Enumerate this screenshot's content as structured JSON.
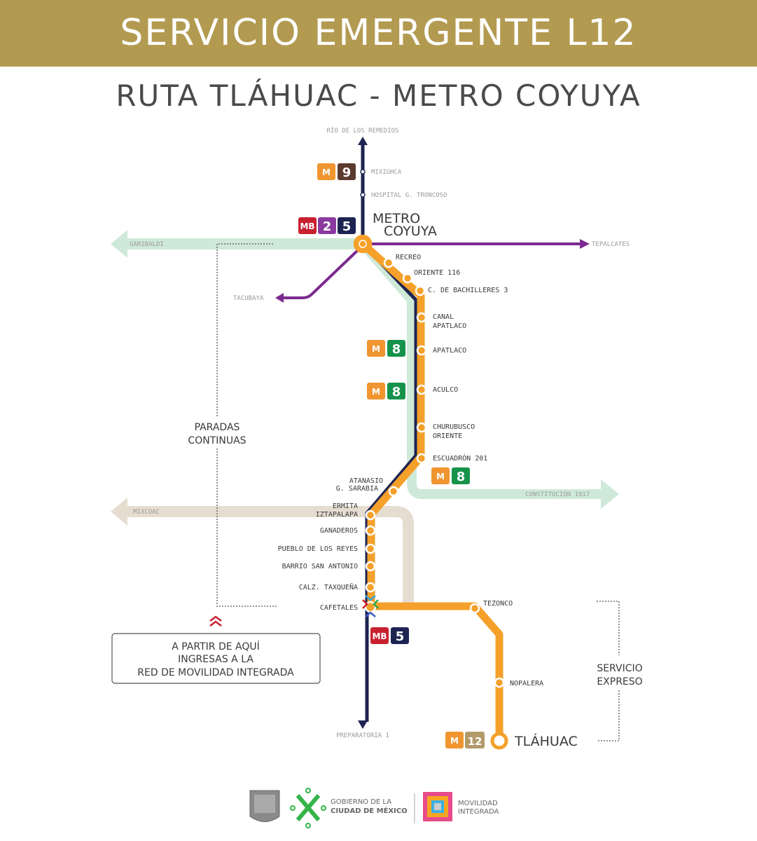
{
  "header": {
    "title": "SERVICIO EMERGENTE L12",
    "subtitle": "RUTA TLÁHUAC - METRO COYUYA"
  },
  "colors": {
    "gold": "#b29a50",
    "route": "#f5a02a",
    "line5": "#1d2452",
    "line2": "#7b2a8f",
    "line8": "#cfe9d8",
    "line12": "#e6ddd1",
    "line9": "#5a3b2e",
    "metro": "#c8202f"
  },
  "terminals": {
    "north": "RÍO DE LOS REMEDIOS",
    "south": "PREPARATORIA 1",
    "west2": "GARIBALDI",
    "east2": "TEPALCATES",
    "tacubaya": "TACUBAYA",
    "constitucion": "CONSTITUCIÓN 1917",
    "mixcoac": "MIXCOAC"
  },
  "stations": {
    "mixiuhca": "MIXIUHCA",
    "hospital": "HOSPITAL G. TRONCOSO",
    "coyuya1": "METRO",
    "coyuya2": "COYUYA",
    "recreo": "RECREO",
    "oriente": "ORIENTE 116",
    "bachilleres": "C. DE BACHILLERES 3",
    "canal1": "CANAL",
    "canal2": "APATLACO",
    "apatlaco": "APATLACO",
    "aculco": "ACULCO",
    "churu1": "CHURUBUSCO",
    "churu2": "ORIENTE",
    "escuadron": "ESCUADRÓN 201",
    "atanasio1": "ATANASIO",
    "atanasio2": "G. SARABIA",
    "ermita1": "ERMITA",
    "ermita2": "IZTAPALAPA",
    "ganaderos": "GANADEROS",
    "pueblo": "PUEBLO DE LOS REYES",
    "barrio": "BARRIO SAN ANTONIO",
    "taxquena": "CALZ. TAXQUEÑA",
    "cafetales": "CAFETALES",
    "tezonco": "TEZONCO",
    "nopalera": "NOPALERA",
    "tlahuac": "TLÁHUAC"
  },
  "badges": {
    "m": "M",
    "l9": "9",
    "l2": "2",
    "l5": "5",
    "l8": "8",
    "mb": "MB",
    "l12": "12"
  },
  "notes": {
    "paradas1": "PARADAS",
    "paradas2": "CONTINUAS",
    "expreso1": "SERVICIO",
    "expreso2": "EXPRESO",
    "box1": "A PARTIR DE AQUÍ",
    "box2": "INGRESAS A LA",
    "box3": "RED DE MOVILIDAD INTEGRADA"
  },
  "footer": {
    "gob1": "GOBIERNO DE LA",
    "gob2": "CIUDAD DE MÉXICO",
    "mov1": "MOVILIDAD",
    "mov2": "INTEGRADA"
  }
}
